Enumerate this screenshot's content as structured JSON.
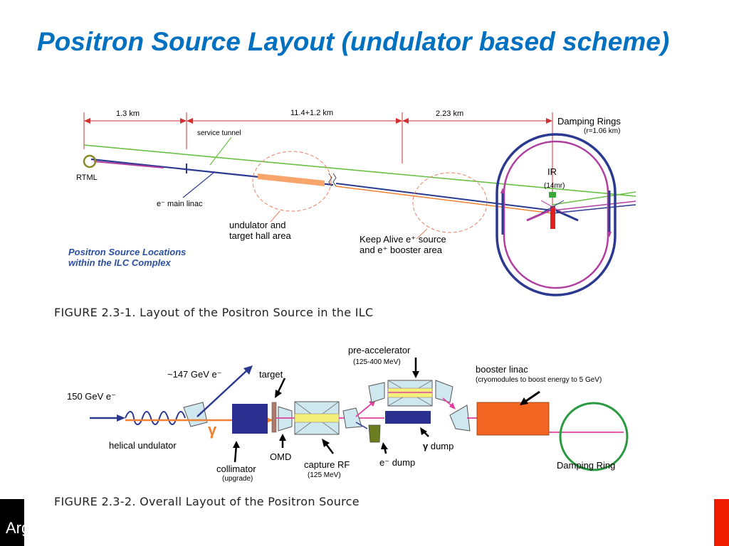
{
  "slide": {
    "title": "Positron Source Layout (undulator based scheme)",
    "footer_text": "Arg"
  },
  "figure1": {
    "caption": "FIGURE 2.3-1.  Layout of the Positron Source in the ILC",
    "dim_1": "1.3 km",
    "dim_2": "11.4+1.2 km",
    "dim_3": "2.23 km",
    "damping_rings": "Damping Rings",
    "damping_rings_radius": "(r=1.06 km)",
    "service_tunnel": "service tunnel",
    "rtml": "RTML",
    "main_linac": "e⁻ main linac",
    "ir": "IR",
    "ir_angle": "(14mr)",
    "undulator_area_1": "undulator and",
    "undulator_area_2": "target hall area",
    "keep_alive_1": "Keep Alive e⁺ source",
    "keep_alive_2": "and e⁺ booster area",
    "locations_1": "Positron Source Locations",
    "locations_2": "within the ILC Complex",
    "colors": {
      "linac": "#2b3990",
      "tunnel": "#6abf45",
      "ring_outer": "#2b3990",
      "ring_inner": "#b03fa0",
      "undulator": "#f7a56b",
      "ir_marker": "#e02020",
      "accent_text": "#2b4ea0"
    }
  },
  "figure2": {
    "caption": "FIGURE 2.3-2.  Overall Layout of the Positron Source",
    "beam_in": "150 GeV e⁻",
    "beam_out": "~147 GeV e⁻",
    "target": "target",
    "helical_undulator": "helical undulator",
    "gamma": "γ",
    "collimator": "collimator",
    "collimator_note": "(upgrade)",
    "omd": "OMD",
    "capture_rf": "capture RF",
    "capture_rf_energy": "(125 MeV)",
    "pre_accelerator": "pre-accelerator",
    "pre_accelerator_energy": "(125-400 MeV)",
    "e_dump": "e⁻ dump",
    "gamma_dump_symbol": "γ",
    "gamma_dump": " dump",
    "booster_linac": "booster linac",
    "booster_note": "(cryomodules to boost energy to 5 GeV)",
    "damping_ring": "Damping Ring",
    "colors": {
      "beam": "#2b3990",
      "photon": "#f08030",
      "positron": "#e040a0",
      "collimator": "#2b2f8f",
      "booster": "#f26522",
      "ring": "#2a9a40",
      "e_dump": "#6b7d1e"
    }
  }
}
